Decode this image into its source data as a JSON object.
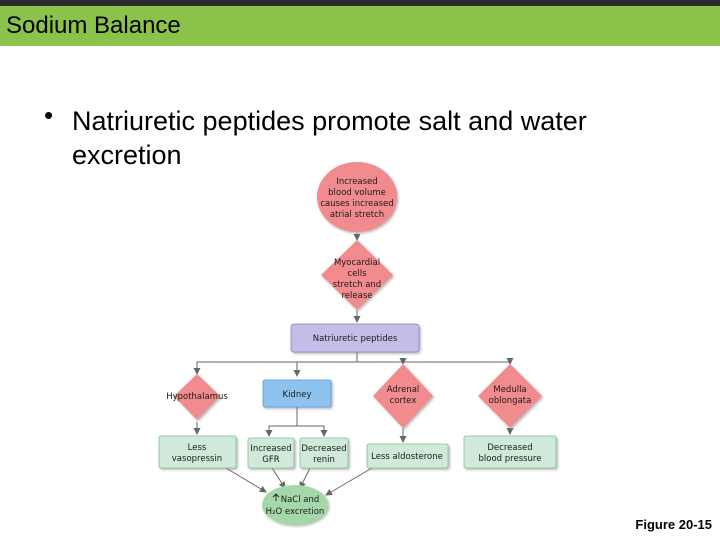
{
  "header": {
    "title": "Sodium Balance"
  },
  "bullet": {
    "text": "Natriuretic peptides promote salt and water excretion"
  },
  "diagram": {
    "stretch": [
      "Increased",
      "blood volume",
      "causes increased",
      "atrial stretch"
    ],
    "myocardial": [
      "Myocardial",
      "cells",
      "stretch and",
      "release"
    ],
    "peptides": "Natriuretic peptides",
    "hypothalamus": "Hypothalamus",
    "kidney": "Kidney",
    "adrenal": [
      "Adrenal",
      "cortex"
    ],
    "medulla": [
      "Medulla",
      "oblongata"
    ],
    "less_vasopressin": [
      "Less",
      "vasopressin"
    ],
    "increased_gfr": [
      "Increased",
      "GFR"
    ],
    "decreased_renin": [
      "Decreased",
      "renin"
    ],
    "less_aldosterone": "Less aldosterone",
    "decreased_bp": [
      "Decreased",
      "blood pressure"
    ],
    "excretion": [
      "NaCl and",
      "H₂O excretion"
    ]
  },
  "footer": {
    "figure": "Figure 20-15"
  }
}
